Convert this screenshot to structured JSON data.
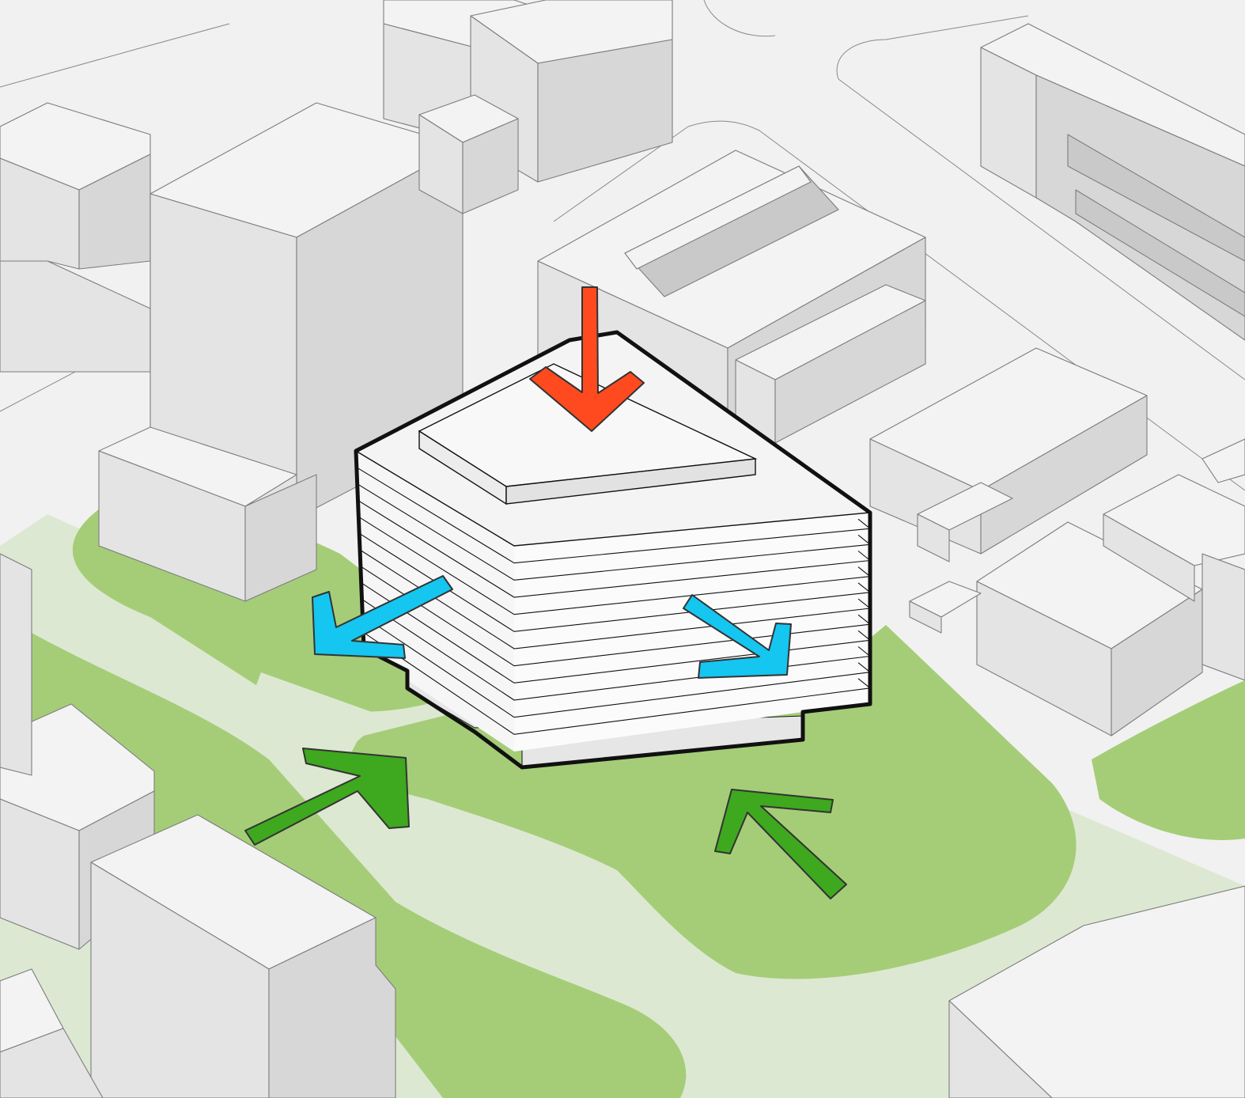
{
  "colors": {
    "ground": "#f1f1f1",
    "green_space": "#a5cd78",
    "light_green_path": "#dde8d2",
    "context_building_top": "#f3f3f3",
    "context_building_side": "#e2e2e2",
    "featured_building": "#fafafa",
    "featured_outline": "#111111",
    "arrow_red": "#ff4a1f",
    "arrow_cyan": "#14c6f0",
    "arrow_green": "#3ea81f"
  },
  "arrows": [
    {
      "id": "red-down",
      "color": "arrow_red",
      "icon": "arrow-down-icon"
    },
    {
      "id": "cyan-left",
      "color": "arrow_cyan",
      "icon": "arrow-down-left-icon"
    },
    {
      "id": "cyan-right",
      "color": "arrow_cyan",
      "icon": "arrow-down-right-icon"
    },
    {
      "id": "green-up-right",
      "color": "arrow_green",
      "icon": "arrow-up-right-icon"
    },
    {
      "id": "green-up-left",
      "color": "arrow_green",
      "icon": "arrow-up-left-icon"
    }
  ],
  "featured_building": {
    "floor_bands": 11
  }
}
